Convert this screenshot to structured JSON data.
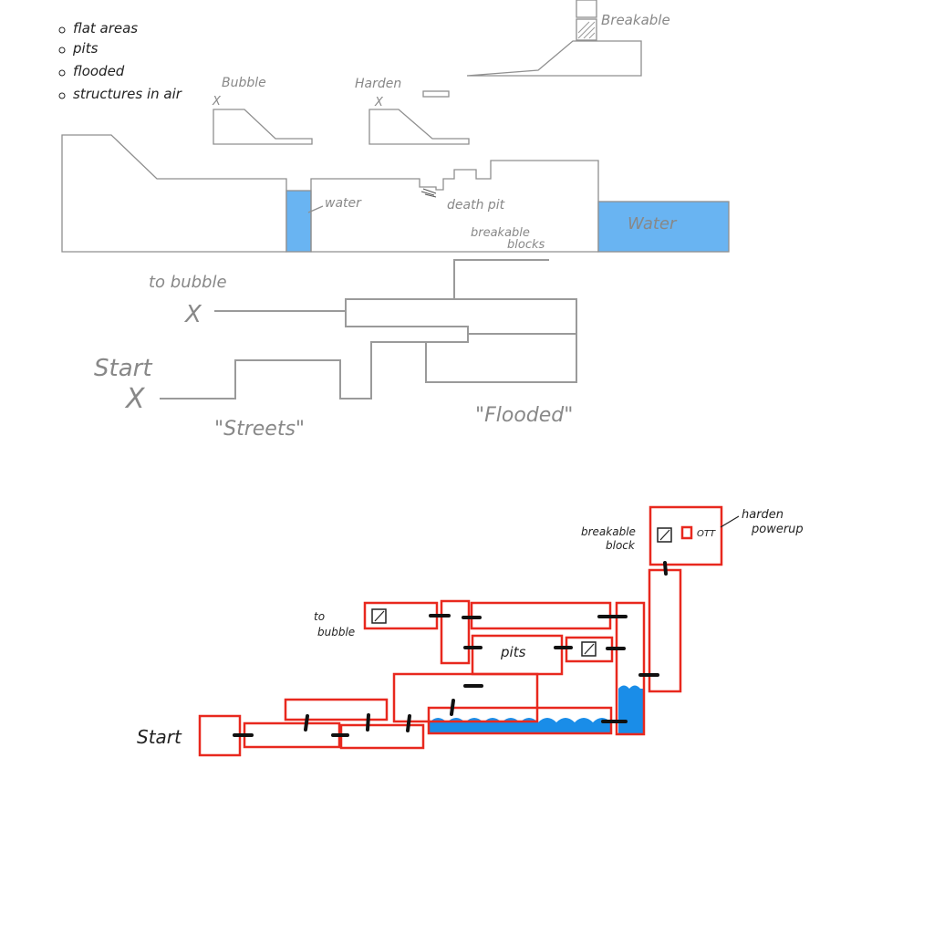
{
  "legend": {
    "items": [
      "flat areas",
      "pits",
      "flooded",
      "structures in air"
    ]
  },
  "side_view": {
    "breakable_label": "Breakable",
    "bubble_label": "Bubble",
    "harden_label": "Harden",
    "water_small_label": "water",
    "death_pit_label": "death pit",
    "breakable_blocks_label_1": "breakable",
    "breakable_blocks_label_2": "blocks",
    "water_large_label": "Water",
    "colors": {
      "outline": "#9a9a9a",
      "water": "#69b4f2"
    }
  },
  "route_sketch": {
    "to_bubble_label": "to bubble",
    "start_label": "Start",
    "marker": "X",
    "streets_label": "\"Streets\"",
    "flooded_label": "\"Flooded\""
  },
  "room_map": {
    "start_label": "Start",
    "to_bubble_label_1": "to",
    "to_bubble_label_2": "bubble",
    "pits_label": "pits",
    "breakable_block_label_1": "breakable",
    "breakable_block_label_2": "block",
    "harden_powerup_label_1": "harden",
    "harden_powerup_label_2": "powerup",
    "powerup_glyph": "OTT",
    "colors": {
      "room": "#e8281e",
      "door": "#111111",
      "water": "#1a8de8"
    }
  }
}
